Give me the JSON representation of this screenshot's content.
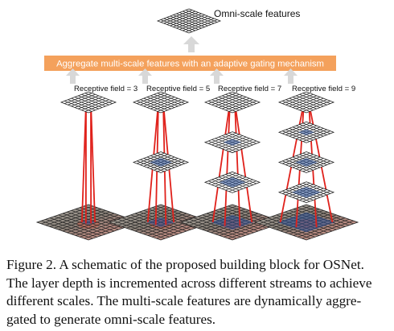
{
  "figure": {
    "top_label": "Omni-scale features",
    "aggregate_label": "Aggregate multi-scale features with an adaptive gating mechanism",
    "streams": [
      {
        "label": "Receptive field = 3",
        "layers": 1
      },
      {
        "label": "Receptive field = 5",
        "layers": 2
      },
      {
        "label": "Receptive field = 7",
        "layers": 3
      },
      {
        "label": "Receptive field = 9",
        "layers": 4
      }
    ],
    "colors": {
      "banner": "#f4a15c",
      "banner_text": "#ffffff",
      "arrow": "#d8d8d8",
      "receptive_line": "#e0211b",
      "grid": "#222222",
      "highlight": "#2a4f93"
    }
  },
  "caption": {
    "line1": "Figure 2. A schematic of the proposed building block for OSNet.",
    "line2": "The layer depth is incremented across different streams to achieve",
    "line3": "different scales.  The multi-scale features are dynamically aggre-",
    "line4": "gated to generate omni-scale features."
  }
}
